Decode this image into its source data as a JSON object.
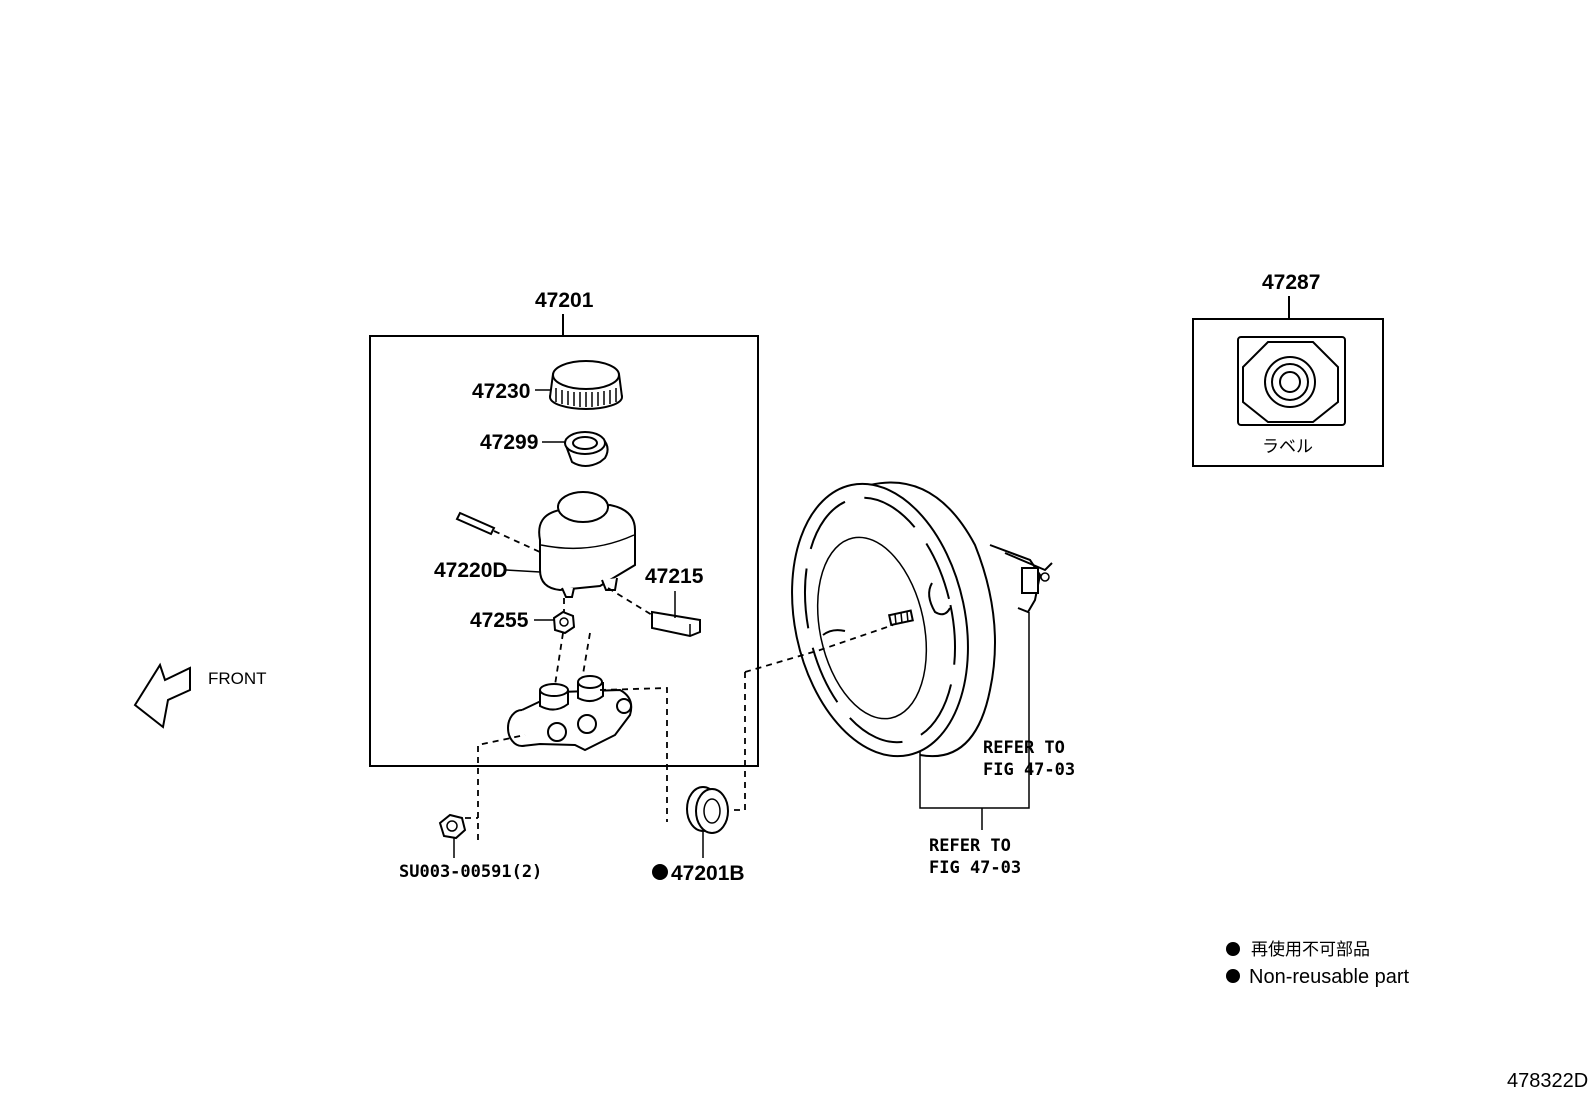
{
  "diagram_id": "478322D",
  "labels": {
    "assembly": "47201",
    "cap": "47230",
    "strainer": "47299",
    "reservoir": "47220D",
    "sensor": "47215",
    "grommet": "47255",
    "nut": "SU003-00591(2)",
    "seal": "47201B",
    "label_part": "47287",
    "label_text": "ラベル",
    "front": "FRONT",
    "refer1_line1": "REFER TO",
    "refer1_line2": "FIG 47-03",
    "refer2_line1": "REFER TO",
    "refer2_line2": "FIG 47-03"
  },
  "legend": {
    "jp": "再使用不可部品",
    "en": "Non-reusable part"
  }
}
